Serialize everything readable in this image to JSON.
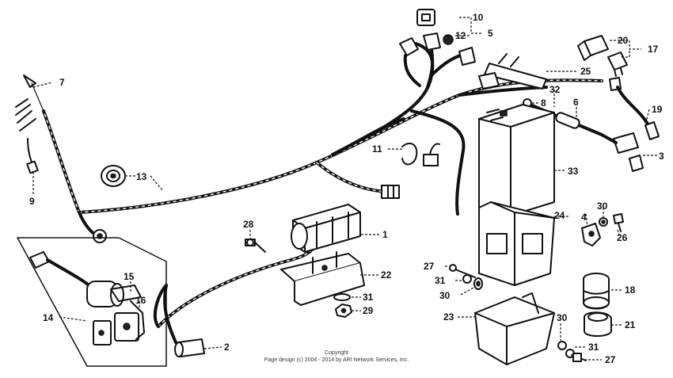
{
  "callouts": {
    "c1": "1",
    "c2": "2",
    "c3": "3",
    "c4": "4",
    "c5": "5",
    "c6": "6",
    "c7": "7",
    "c8": "8",
    "c9": "9",
    "c10": "10",
    "c11": "11",
    "c12": "12",
    "c13": "13",
    "c14": "14",
    "c15": "15",
    "c16": "16",
    "c17": "17",
    "c18": "18",
    "c19": "19",
    "c20": "20",
    "c21": "21",
    "c22": "22",
    "c23": "23",
    "c24": "24",
    "c25": "25",
    "c26": "26",
    "c27a": "27",
    "c27b": "27",
    "c28": "28",
    "c29": "29",
    "c30a": "30",
    "c30b": "30",
    "c30c": "30",
    "c31a": "31",
    "c31b": "31",
    "c31c": "31",
    "c32": "32",
    "c33": "33"
  },
  "footer": {
    "copyright": "Copyright",
    "page_design": "Page design (c) 2004 - 2014 by ARI Network Services, Inc."
  }
}
